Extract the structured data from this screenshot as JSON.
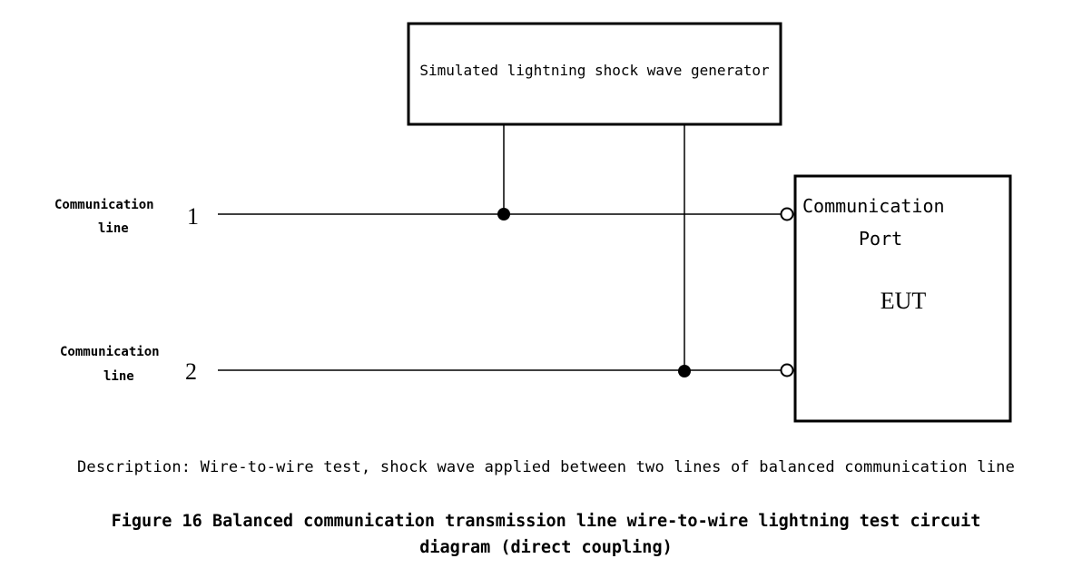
{
  "generator": {
    "label": "Simulated lightning shock wave generator"
  },
  "lines": [
    {
      "label_top": "Communication",
      "label_bottom": "line",
      "number": "1"
    },
    {
      "label_top": "Communication",
      "label_bottom": "line",
      "number": "2"
    }
  ],
  "eut": {
    "port_label_line1": "Communication",
    "port_label_line2": "Port",
    "name": "EUT"
  },
  "description": "Description: Wire-to-wire test, shock wave applied between two lines of balanced communication line",
  "caption": {
    "line1": "Figure 16 Balanced communication transmission line wire-to-wire lightning test circuit",
    "line2": "diagram (direct coupling)"
  },
  "colors": {
    "stroke": "#000000",
    "background": "#ffffff"
  }
}
